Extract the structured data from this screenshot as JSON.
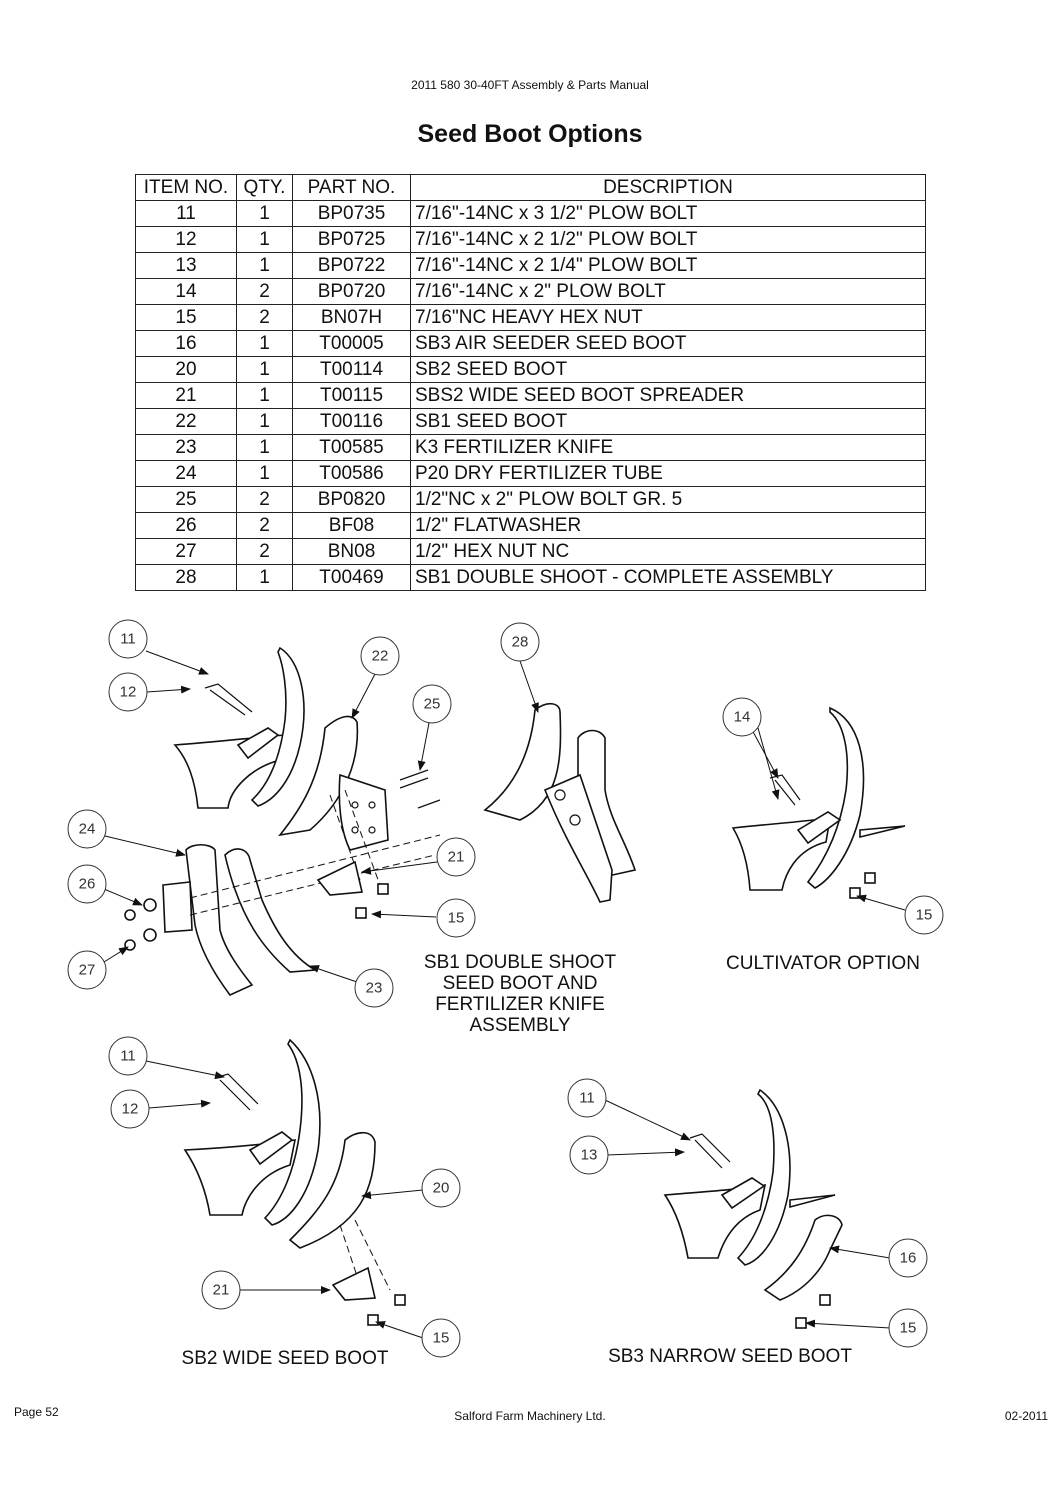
{
  "header": "2011 580 30-40FT Assembly & Parts Manual",
  "title": "Seed Boot Options",
  "table": {
    "columns": [
      "ITEM NO.",
      "QTY.",
      "PART NO.",
      "DESCRIPTION"
    ],
    "rows": [
      [
        "11",
        "1",
        "BP0735",
        "7/16\"-14NC x 3 1/2\" PLOW BOLT"
      ],
      [
        "12",
        "1",
        "BP0725",
        "7/16\"-14NC x 2 1/2\" PLOW BOLT"
      ],
      [
        "13",
        "1",
        "BP0722",
        "7/16\"-14NC x 2 1/4\" PLOW BOLT"
      ],
      [
        "14",
        "2",
        "BP0720",
        "7/16\"-14NC x 2\" PLOW BOLT"
      ],
      [
        "15",
        "2",
        "BN07H",
        "7/16\"NC HEAVY HEX NUT"
      ],
      [
        "16",
        "1",
        "T00005",
        "SB3 AIR SEEDER SEED BOOT"
      ],
      [
        "20",
        "1",
        "T00114",
        "SB2 SEED BOOT"
      ],
      [
        "21",
        "1",
        "T00115",
        "SBS2 WIDE SEED BOOT SPREADER"
      ],
      [
        "22",
        "1",
        "T00116",
        "SB1 SEED BOOT"
      ],
      [
        "23",
        "1",
        "T00585",
        "K3 FERTILIZER KNIFE"
      ],
      [
        "24",
        "1",
        "T00586",
        "P20 DRY FERTILIZER TUBE"
      ],
      [
        "25",
        "2",
        "BP0820",
        "1/2\"NC x 2\" PLOW BOLT GR. 5"
      ],
      [
        "26",
        "2",
        "BF08",
        "1/2\" FLATWASHER"
      ],
      [
        "27",
        "2",
        "BN08",
        "1/2\" HEX NUT NC"
      ],
      [
        "28",
        "1",
        "T00469",
        "SB1 DOUBLE SHOOT - COMPLETE ASSEMBLY"
      ]
    ]
  },
  "captions": {
    "sb1": "SB1 DOUBLE SHOOT SEED BOOT AND FERTILIZER KNIFE ASSEMBLY",
    "cultivator": "CULTIVATOR OPTION",
    "sb2": "SB2 WIDE SEED BOOT",
    "sb3": "SB3 NARROW SEED BOOT"
  },
  "callouts": {
    "sb1": [
      "11",
      "12",
      "22",
      "25",
      "24",
      "26",
      "27",
      "21",
      "15",
      "23"
    ],
    "double_shoot": [
      "28"
    ],
    "cultivator": [
      "14",
      "15"
    ],
    "sb2": [
      "11",
      "12",
      "20",
      "21",
      "15"
    ],
    "sb3": [
      "11",
      "13",
      "16",
      "15"
    ]
  },
  "footer": {
    "page": "Page 52",
    "company": "Salford Farm Machinery Ltd.",
    "date": "02-2011"
  }
}
